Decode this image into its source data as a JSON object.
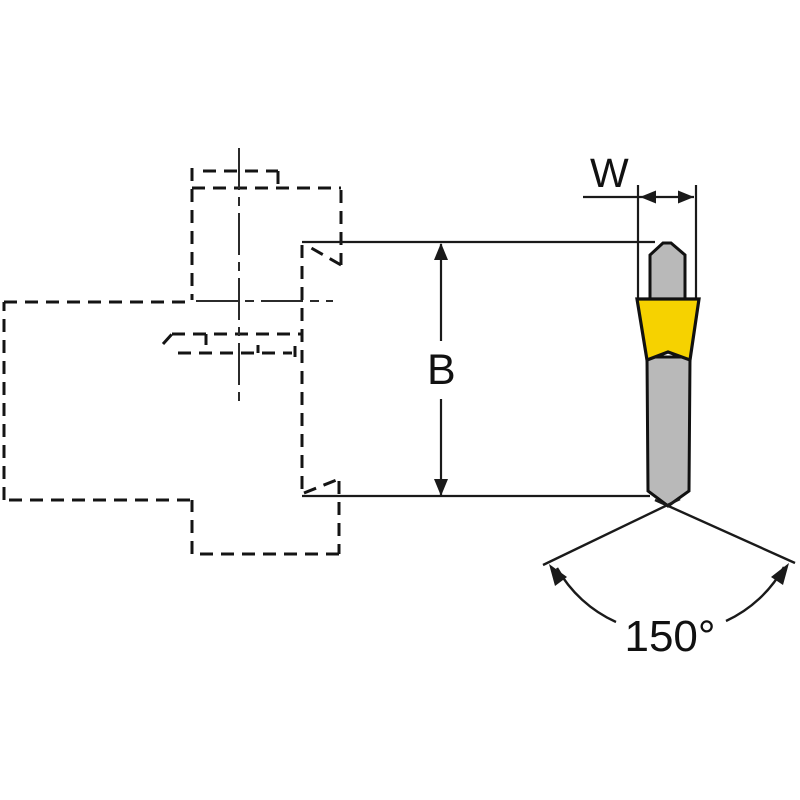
{
  "diagram": {
    "labels": {
      "width_dim": "W",
      "height_dim": "B",
      "angle_dim": "150°"
    },
    "colors": {
      "insert": "#F6D200",
      "steel": "#B9B9B9",
      "line": "#1A1A1A"
    }
  }
}
